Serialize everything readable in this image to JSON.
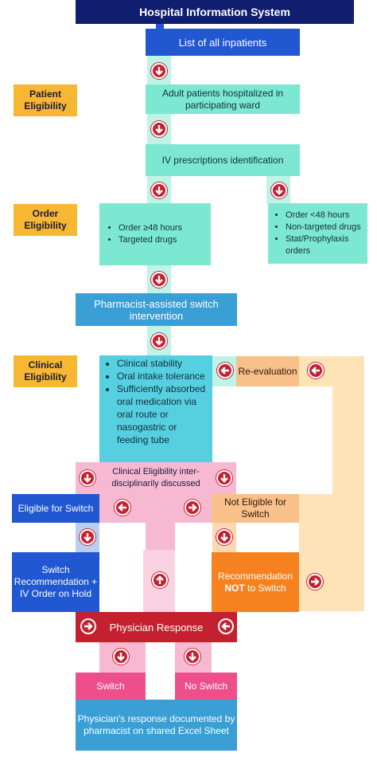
{
  "header": {
    "title": "Hospital Information System"
  },
  "nodes": {
    "inpatients": "List of all inpatients",
    "adult": "Adult patients hospitalized in participating ward",
    "iv_ident": "IV prescriptions identification",
    "order_eligible": [
      "Order ≥48 hours",
      "Targeted drugs"
    ],
    "order_not": [
      "Order <48 hours",
      "Non-targeted drugs",
      "Stat/Prophylaxis orders"
    ],
    "pharmacist": "Pharmacist-assisted switch intervention",
    "clinical_list": [
      "Clinical stability",
      "Oral intake tolerance",
      "Sufficiently absorbed oral medication via oral route or nasogastric or feeding tube"
    ],
    "reevaluation": "Re-evaluation",
    "discussed": "Clinical Eligibility inter-disciplinarily discussed",
    "eligible_switch": "Eligible for Switch",
    "not_eligible": "Not Eligible for Switch",
    "switch_rec": "Switch Recommendation + IV Order on Hold",
    "rec_not_prefix": "Recommendation",
    "rec_not_emph": "NOT",
    "rec_not_suffix": "to Switch",
    "physician_response": "Physician Response",
    "switch": "Switch",
    "no_switch": "No Switch",
    "documented": "Physician's response documented by pharmacist on shared Excel Sheet"
  },
  "side_labels": {
    "patient": "Patient Eligibility",
    "order": "Order Eligibility",
    "clinical": "Clinical Eligibility"
  },
  "colors": {
    "navy": "#0f1e6e",
    "blue": "#2157d1",
    "teal": "#7de8d2",
    "label": "#f7b733",
    "orange": "#f5821f",
    "peach": "#f9c089",
    "pink": "#f7b9d2",
    "magenta": "#ee4f8a",
    "arrow": "#c42030"
  }
}
